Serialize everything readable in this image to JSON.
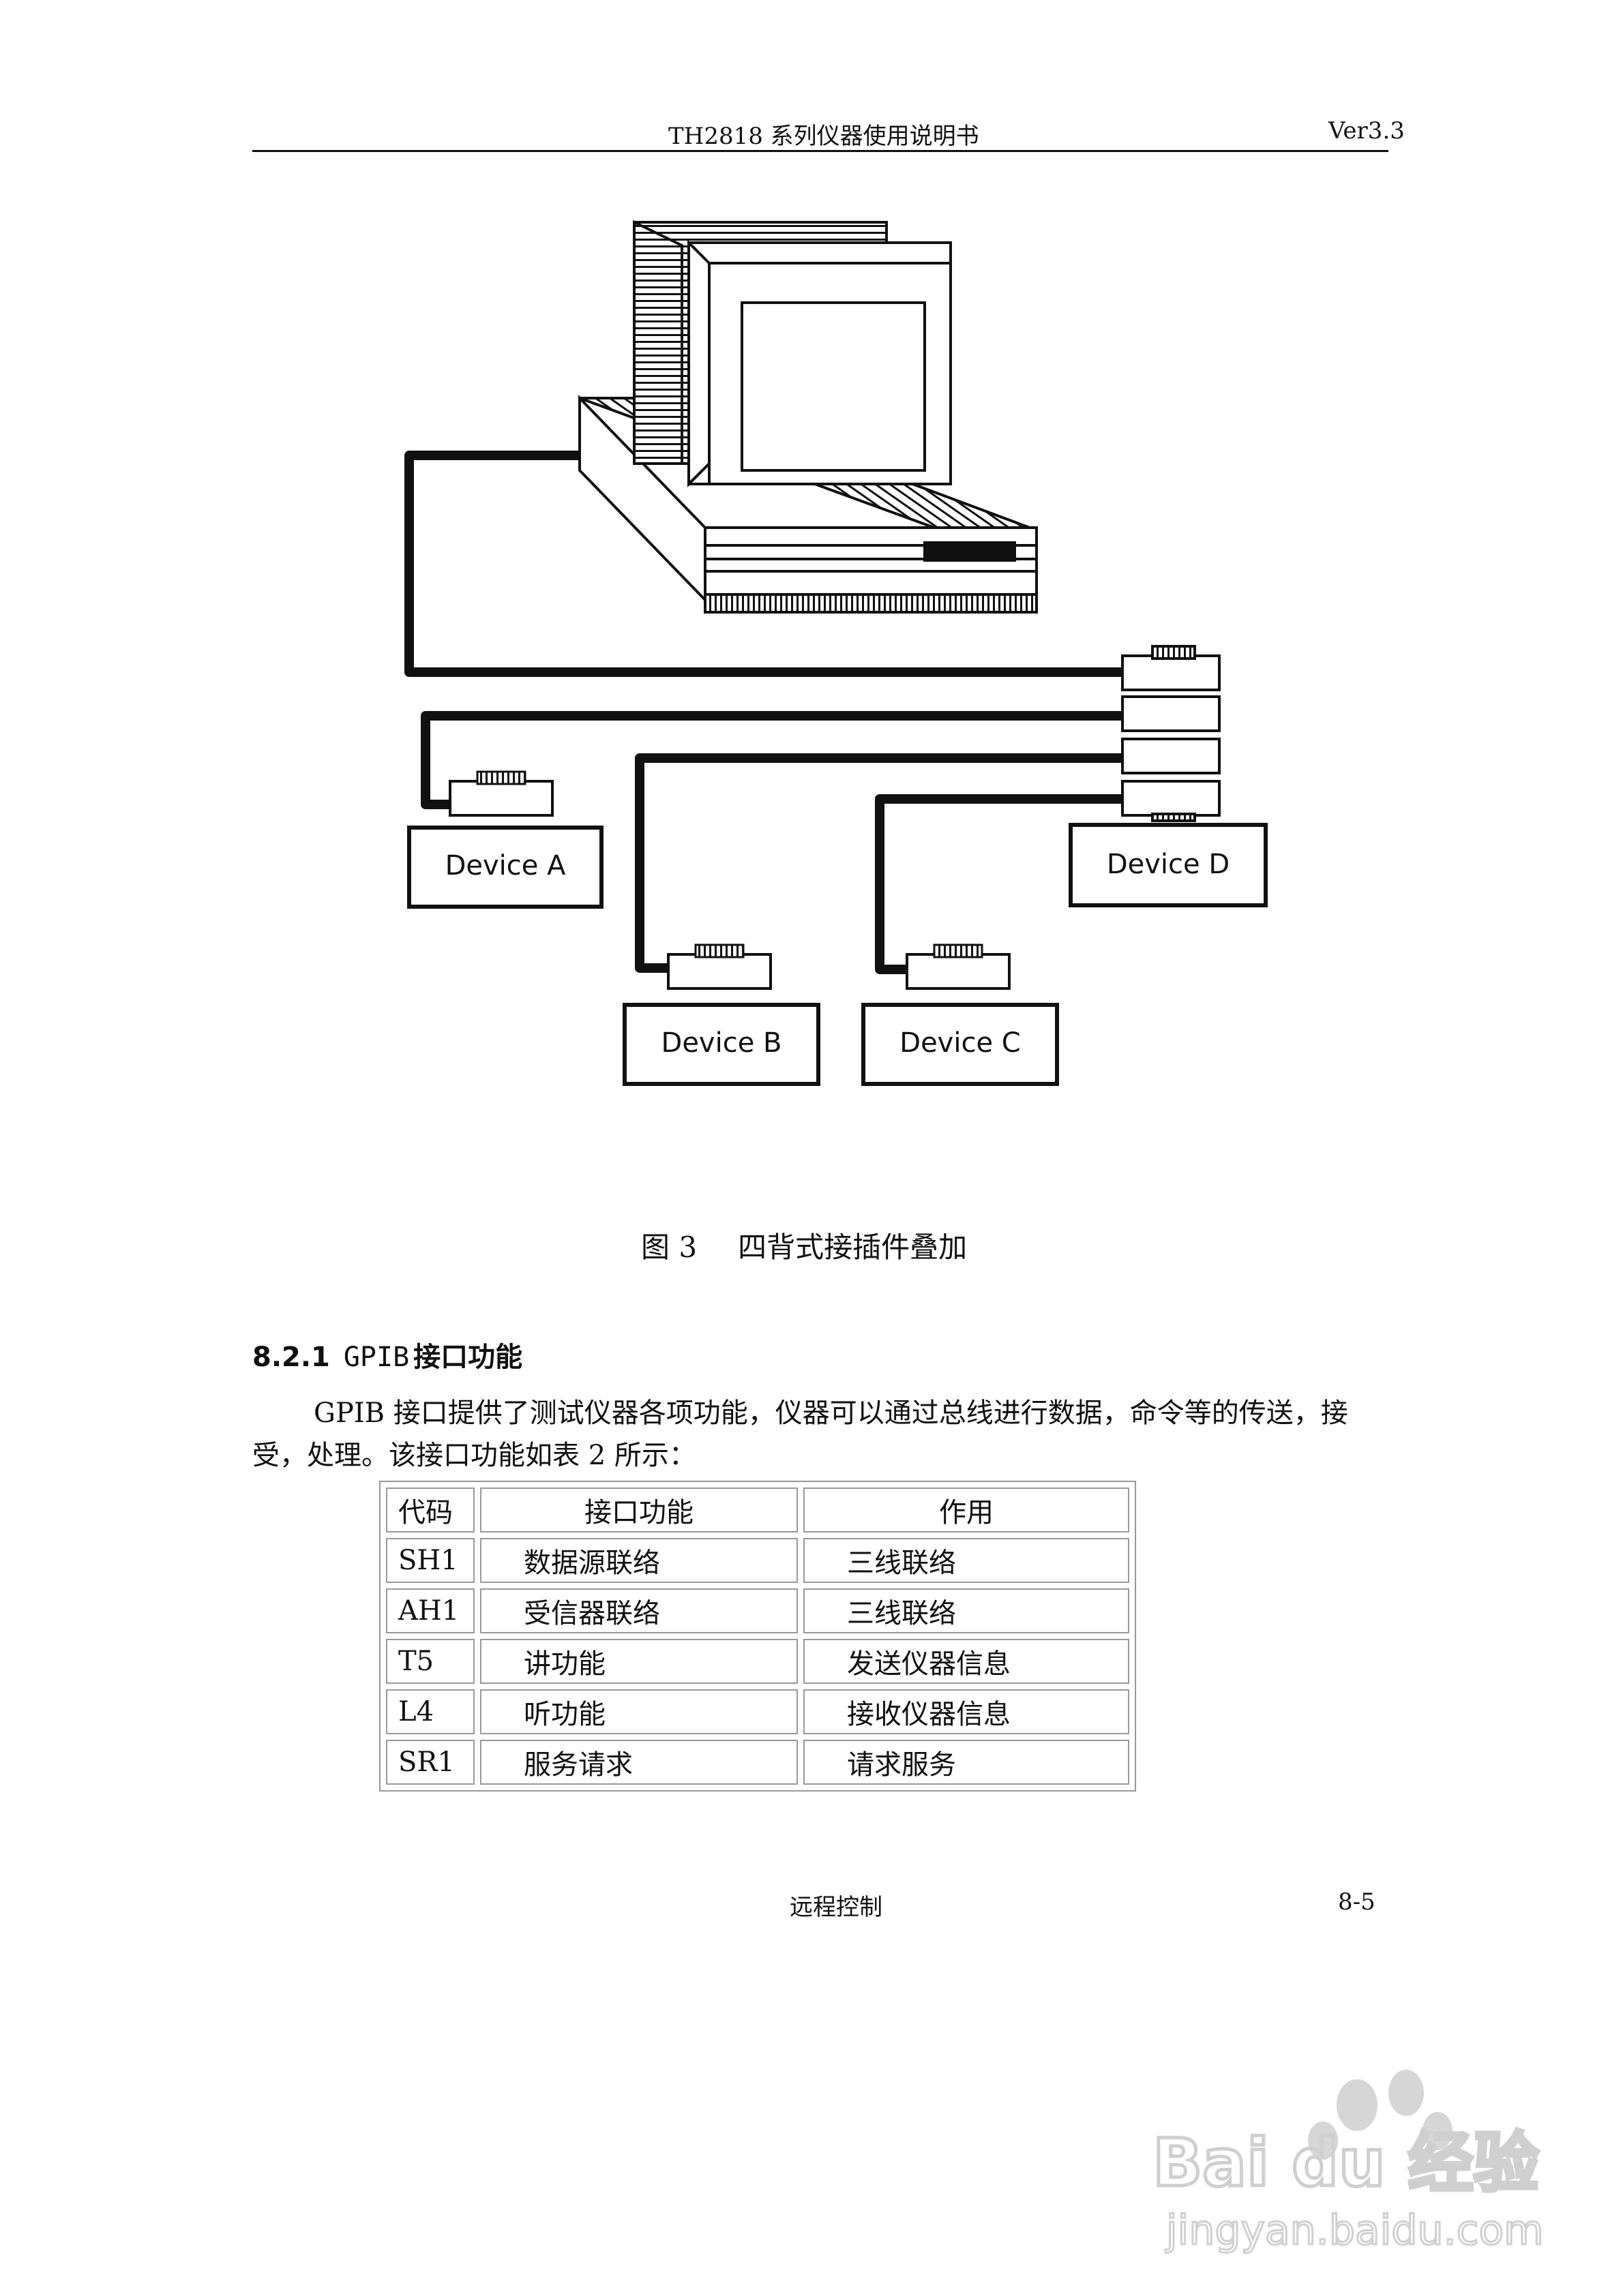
{
  "header": {
    "title": "TH2818 系列仪器使用说明书",
    "version": "Ver3.3"
  },
  "diagram": {
    "devices": [
      {
        "id": "a",
        "label": "Device A"
      },
      {
        "id": "b",
        "label": "Device B"
      },
      {
        "id": "c",
        "label": "Device C"
      },
      {
        "id": "d",
        "label": "Device D"
      }
    ]
  },
  "caption": {
    "number": "图 3",
    "text": "四背式接插件叠加"
  },
  "section": {
    "number": "8.2.1",
    "code": "GPIB",
    "title": "接口功能"
  },
  "paragraph": "GPIB 接口提供了测试仪器各项功能，仪器可以通过总线进行数据，命令等的传送，接受，处理。该接口功能如表 2 所示：",
  "table": {
    "headers": [
      "代码",
      "接口功能",
      "作用"
    ],
    "rows": [
      [
        "SH1",
        "数据源联络",
        "三线联络"
      ],
      [
        "AH1",
        "受信器联络",
        "三线联络"
      ],
      [
        "T5",
        "讲功能",
        "发送仪器信息"
      ],
      [
        "L4",
        "听功能",
        "接收仪器信息"
      ],
      [
        "SR1",
        "服务请求",
        "请求服务"
      ]
    ]
  },
  "footer": {
    "section": "远程控制",
    "page": "8-5"
  },
  "watermark": {
    "brand": "Bai du 经验",
    "url": "jingyan.baidu.com"
  }
}
